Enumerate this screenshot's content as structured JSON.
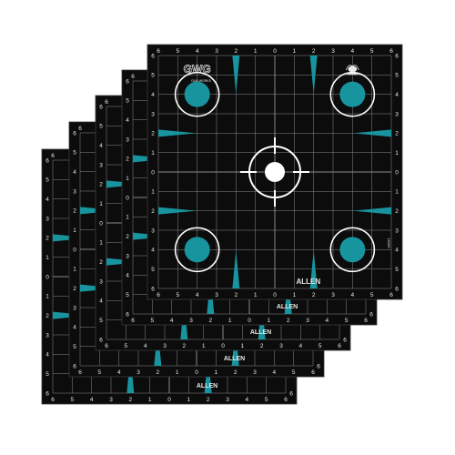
{
  "product": {
    "brand_logo": "GWG",
    "brand_logo_sub": "GUN WORKS",
    "maker": "ALLEN",
    "side_code": "15283",
    "corner_mark": "turkey-logo"
  },
  "target": {
    "sheet_count": 5,
    "scale_labels": [
      "6",
      "5",
      "4",
      "3",
      "2",
      "1",
      "0",
      "1",
      "2",
      "3",
      "4",
      "5",
      "6"
    ],
    "colors": {
      "paper": "#0c0c0c",
      "grid_line": "#8a8a8a",
      "accent": "#17949e",
      "label": "#e8e8e8",
      "bullseye": "#ffffff",
      "background": "#ffffff"
    },
    "features": [
      "center-bullseye",
      "four-corner-bullseyes",
      "teal-edge-wedges",
      "inch-grid"
    ]
  }
}
